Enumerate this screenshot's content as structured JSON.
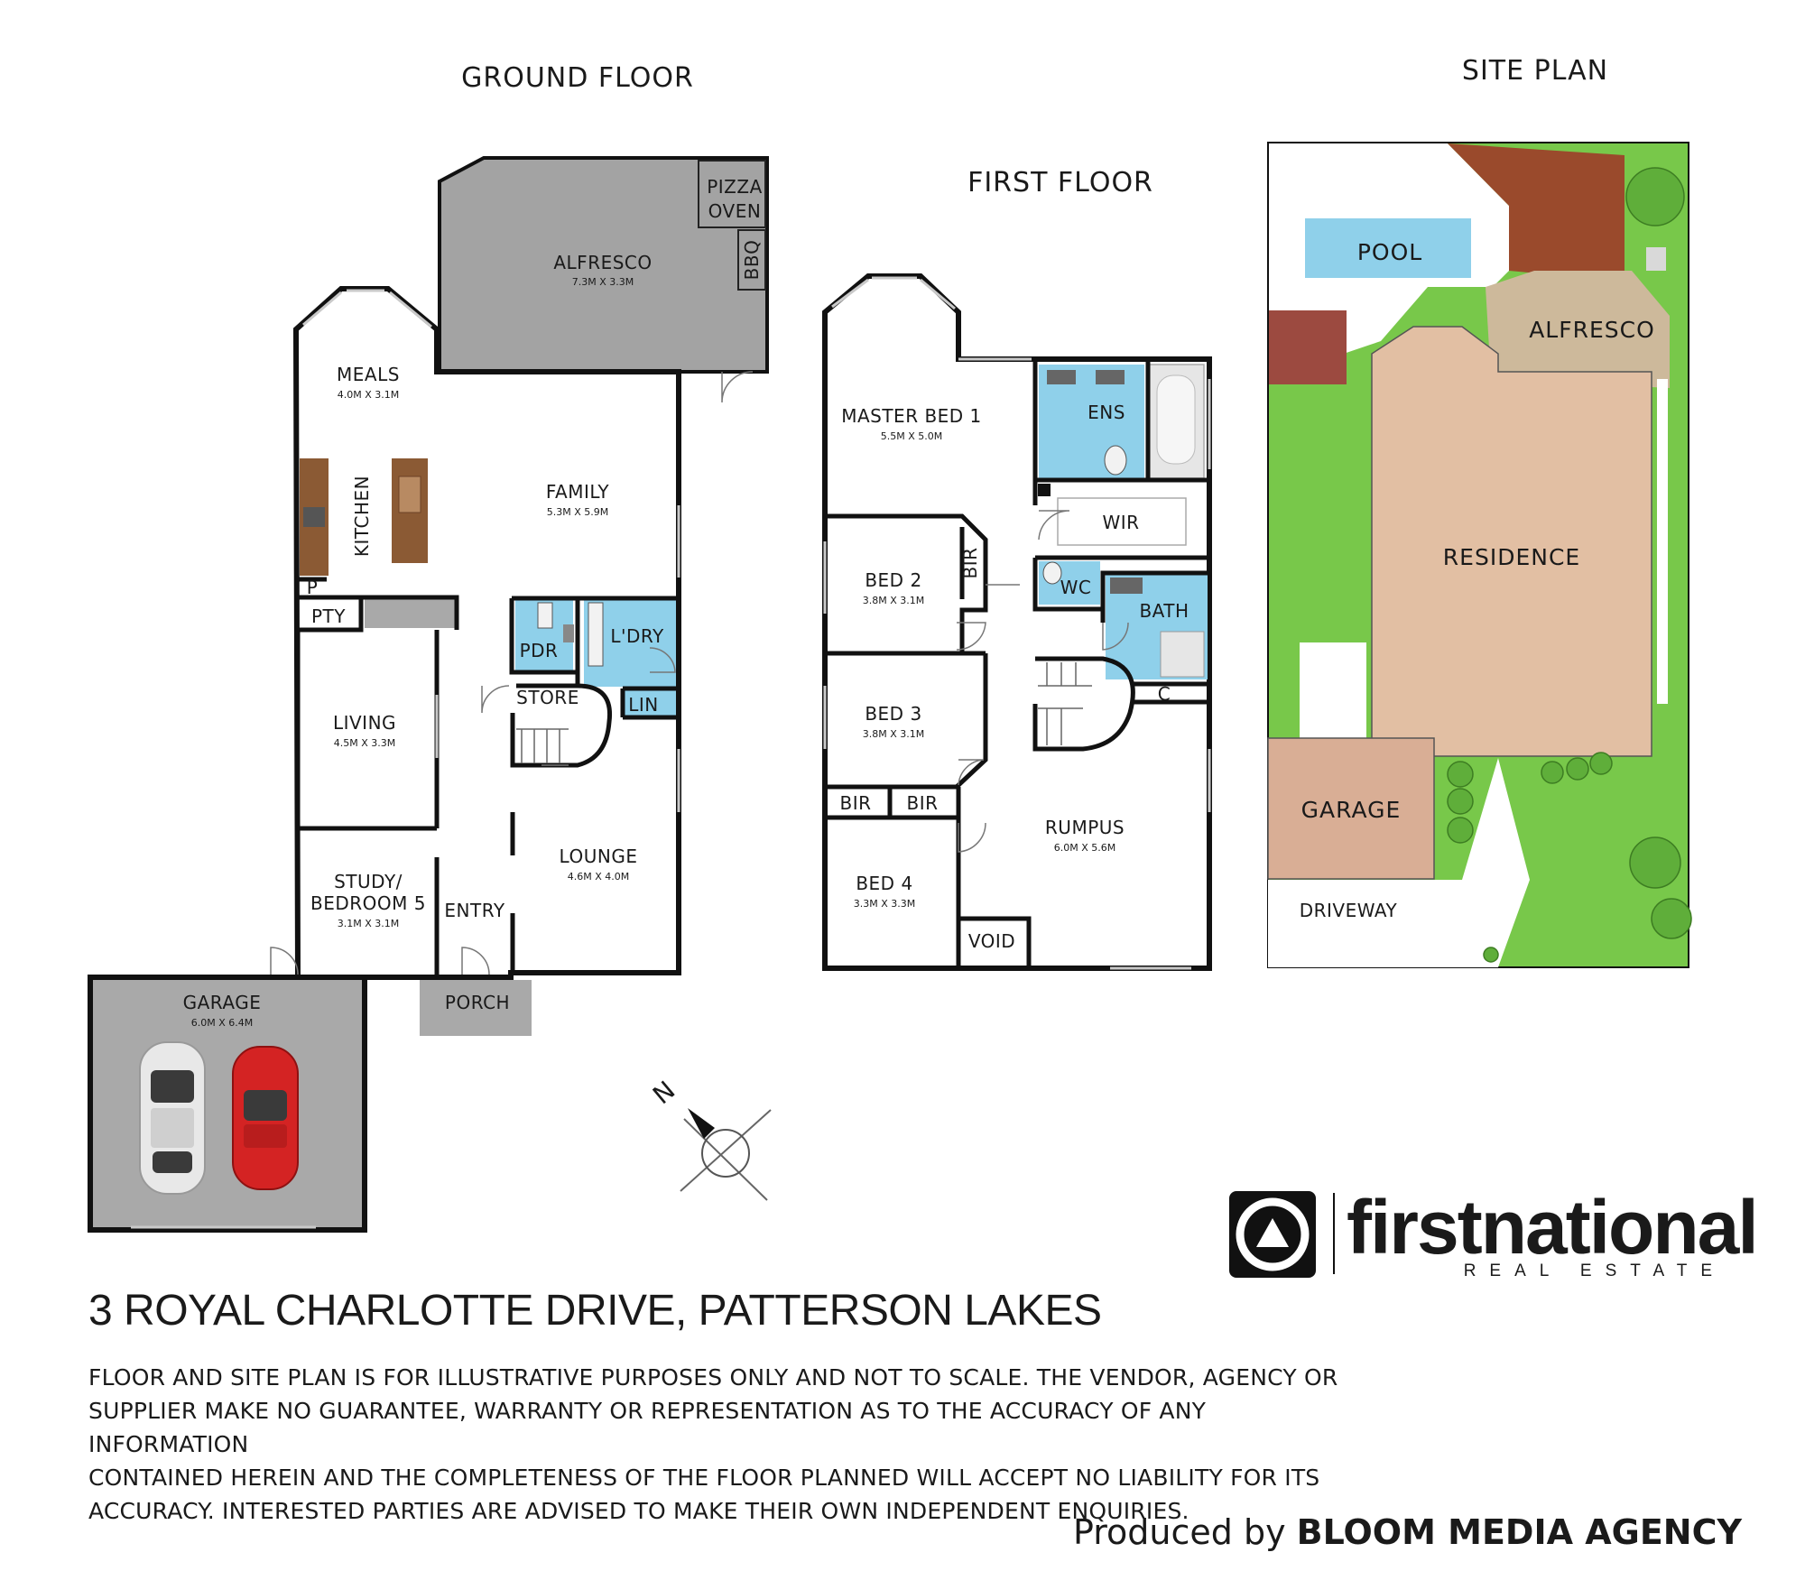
{
  "titles": {
    "ground_floor": "GROUND FLOOR",
    "first_floor": "FIRST FLOOR",
    "site_plan": "SITE PLAN"
  },
  "ground_floor": {
    "pizza_oven_1": "PIZZA",
    "pizza_oven_2": "OVEN",
    "bbq": "BBQ",
    "alfresco": "ALFRESCO",
    "alfresco_dim": "7.3M X 3.3M",
    "meals": "MEALS",
    "meals_dim": "4.0M X 3.1M",
    "kitchen": "KITCHEN",
    "family": "FAMILY",
    "family_dim": "5.3M X 5.9M",
    "p": "P",
    "pty": "PTY",
    "pdr": "PDR",
    "ldry": "L'DRY",
    "store": "STORE",
    "lin": "LIN",
    "living": "LIVING",
    "living_dim": "4.5M X 3.3M",
    "lounge": "LOUNGE",
    "lounge_dim": "4.6M X 4.0M",
    "study_1": "STUDY/",
    "study_2": "BEDROOM 5",
    "study_dim": "3.1M X 3.1M",
    "entry": "ENTRY",
    "porch": "PORCH",
    "garage": "GARAGE",
    "garage_dim": "6.0M X 6.4M"
  },
  "first_floor": {
    "master": "MASTER BED 1",
    "master_dim": "5.5M X 5.0M",
    "ens": "ENS",
    "wir": "WIR",
    "wc": "WC",
    "bath": "BATH",
    "bed2": "BED 2",
    "bed2_dim": "3.8M X 3.1M",
    "bir_side": "BIR",
    "bed3": "BED 3",
    "bed3_dim": "3.8M X 3.1M",
    "bir_a": "BIR",
    "bir_b": "BIR",
    "bed4": "BED 4",
    "bed4_dim": "3.3M X 3.3M",
    "c": "C",
    "rumpus": "RUMPUS",
    "rumpus_dim": "6.0M X 5.6M",
    "void": "VOID"
  },
  "site": {
    "pool": "POOL",
    "alfresco": "ALFRESCO",
    "residence": "RESIDENCE",
    "garage": "GARAGE",
    "driveway": "DRIVEWAY"
  },
  "compass": {
    "n": "N"
  },
  "address": "3 ROYAL CHARLOTTE DRIVE, PATTERSON LAKES",
  "disclaimer": {
    "line1": "FLOOR AND SITE PLAN IS FOR ILLUSTRATIVE PURPOSES ONLY AND NOT TO SCALE. THE VENDOR, AGENCY OR",
    "line2": "SUPPLIER MAKE NO GUARANTEE, WARRANTY OR REPRESENTATION AS TO THE ACCURACY OF ANY INFORMATION",
    "line3": "CONTAINED HEREIN AND THE COMPLETENESS OF THE FLOOR PLANNED WILL ACCEPT NO LIABILITY FOR ITS",
    "line4": "ACCURACY. INTERESTED PARTIES ARE ADVISED TO MAKE THEIR OWN INDEPENDENT ENQUIRIES."
  },
  "brand": {
    "word": "firstnational",
    "sub": "REAL ESTATE"
  },
  "producer": {
    "prefix": "Produced by",
    "name": "BLOOM MEDIA AGENCY"
  },
  "colors": {
    "wet_area": "#8fd0ea",
    "alfresco_grey": "#a3a3a3",
    "garage_grey": "#a9a9a9",
    "porch_grey": "#a9a9a9",
    "timber": "#8b5a34",
    "site_lawn": "#78c84a",
    "site_residence": "#e2bfa3",
    "site_alfresco": "#cdb99b",
    "site_roof": "#9a4a2c",
    "site_pool": "#8fd0ea",
    "site_garage": "#d9ae95"
  }
}
